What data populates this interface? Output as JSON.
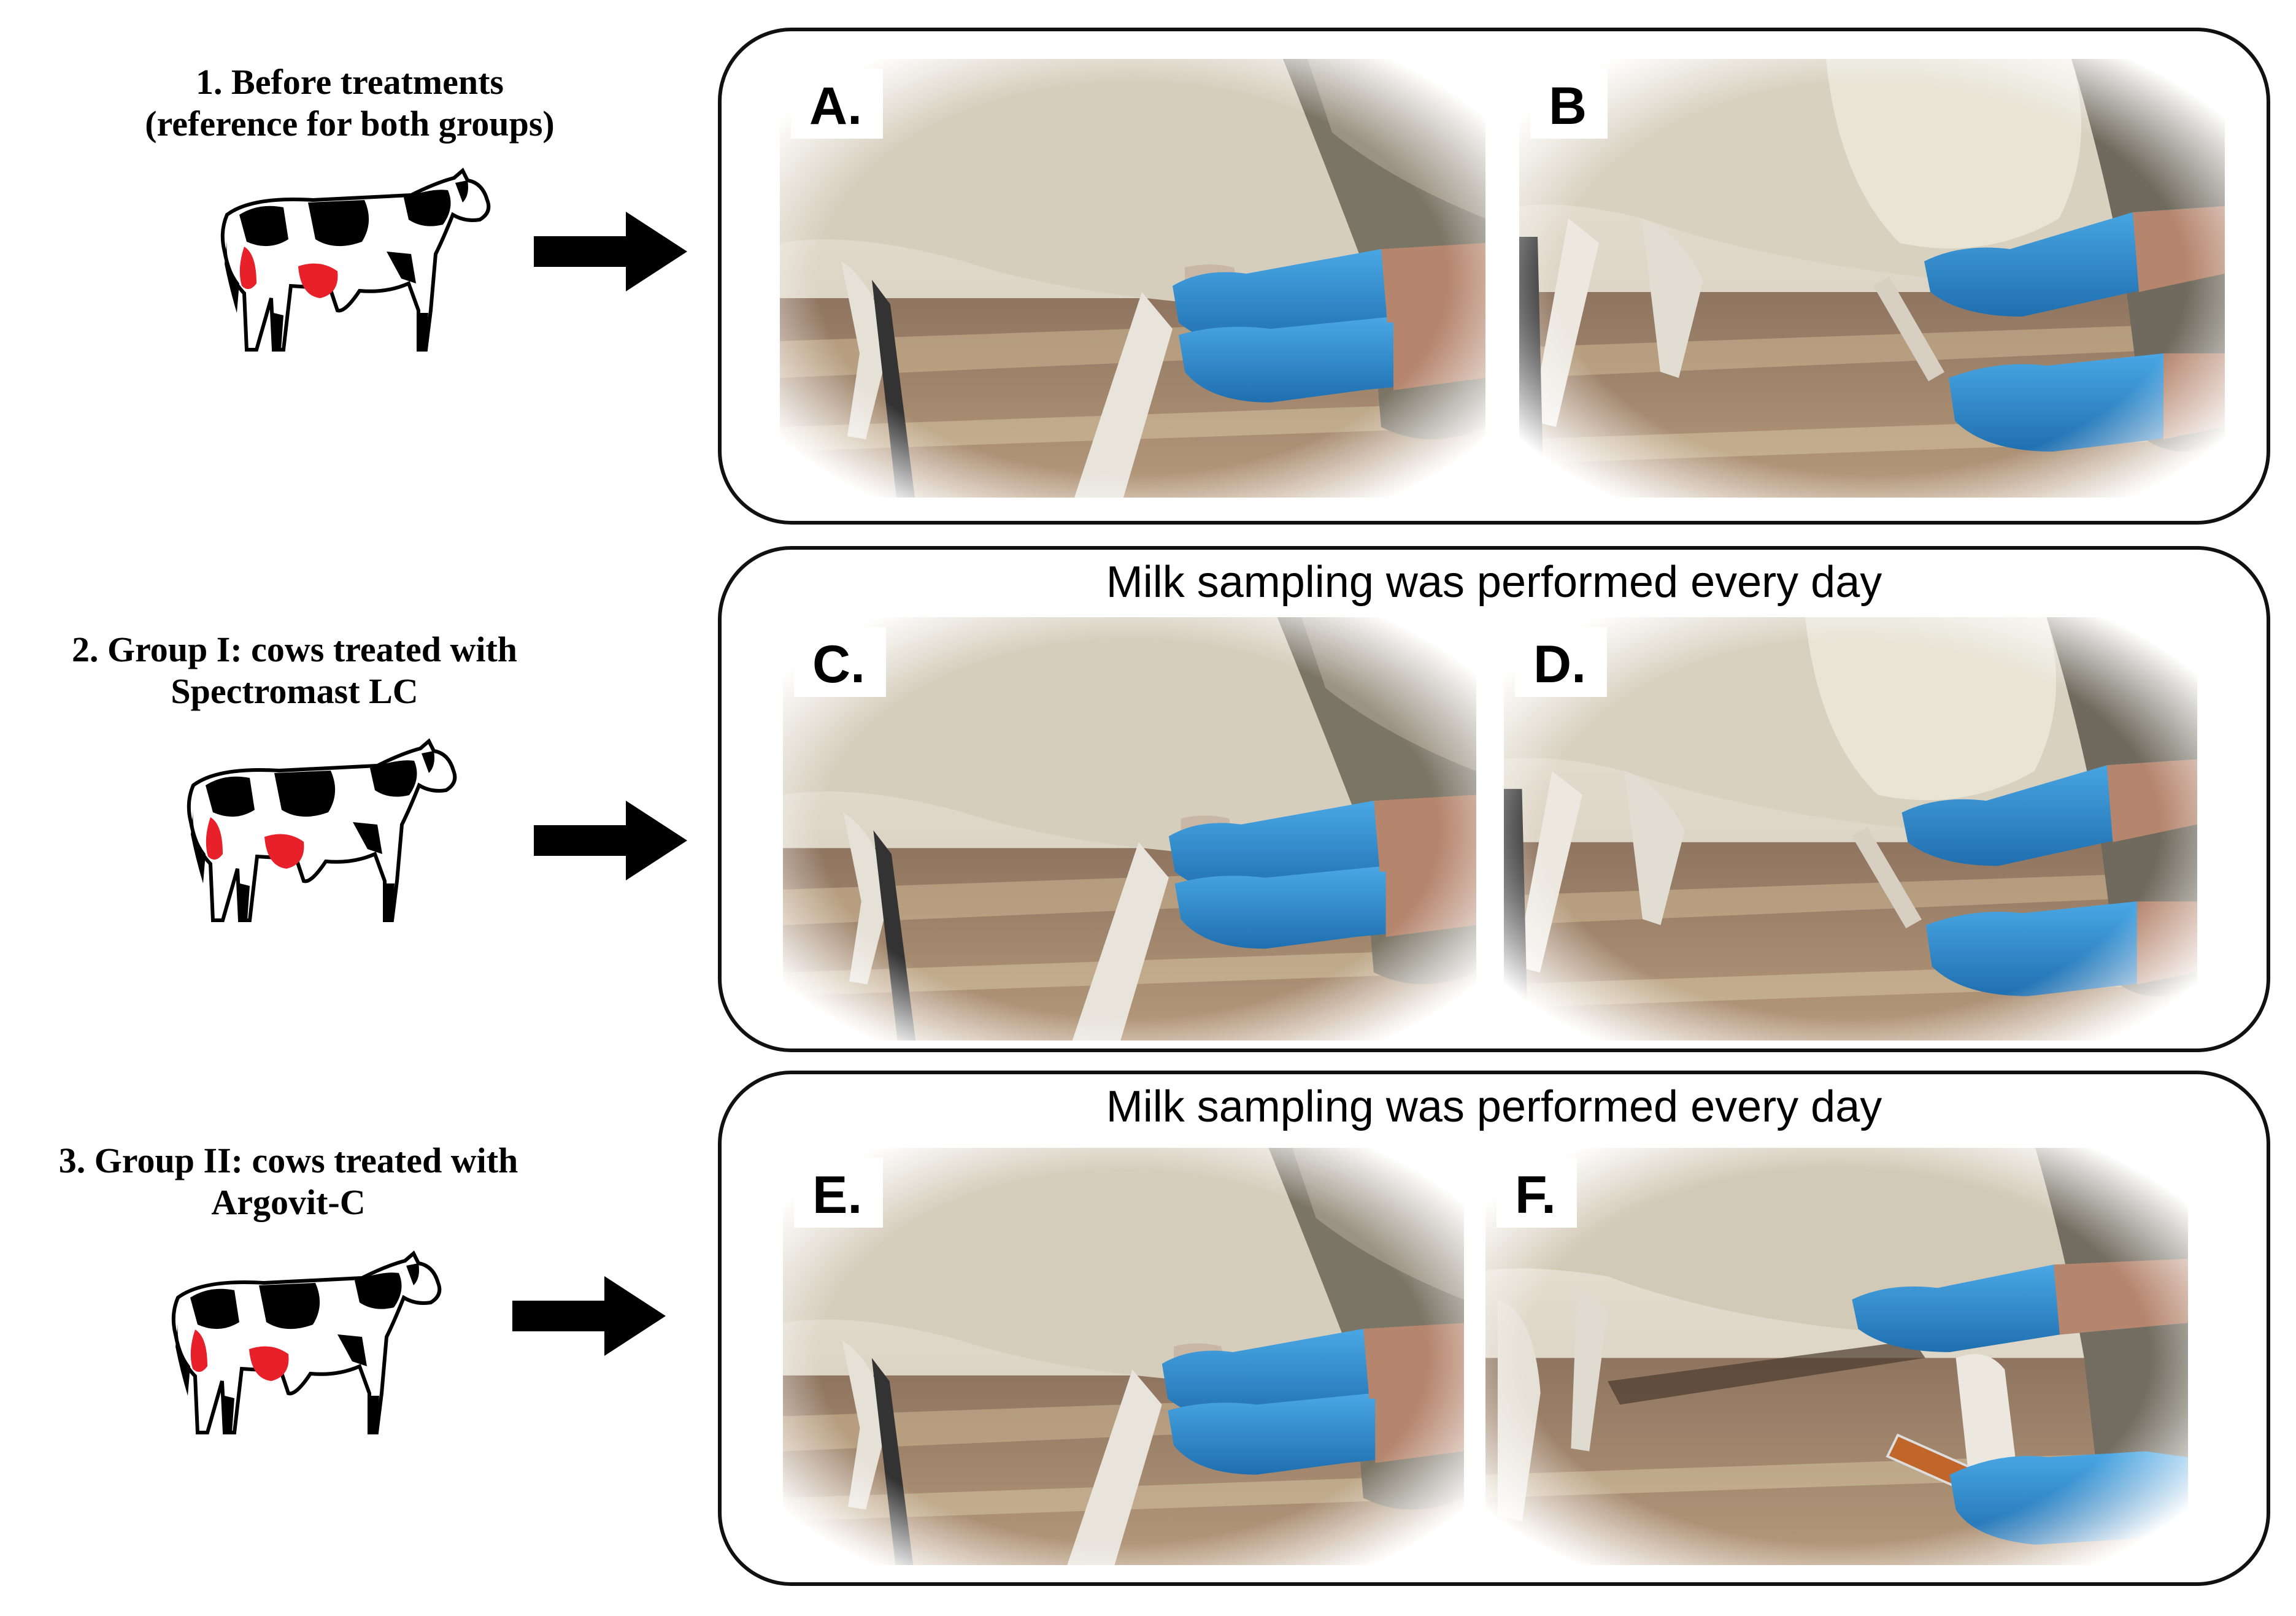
{
  "rows": [
    {
      "label_lines": [
        "1.   Before treatments",
        "(reference for both groups)"
      ],
      "caption": "",
      "panels": [
        {
          "letter": "A.",
          "scene": "hands-teat"
        },
        {
          "letter": "B",
          "scene": "syringe"
        }
      ]
    },
    {
      "label_lines": [
        "2. Group I:  cows treated with",
        "Spectromast LC"
      ],
      "caption": "Milk sampling was performed every day",
      "panels": [
        {
          "letter": "C.",
          "scene": "hands-teat"
        },
        {
          "letter": "D.",
          "scene": "syringe"
        }
      ]
    },
    {
      "label_lines": [
        "3. Group II:  cows treated with",
        "Argovit-C"
      ],
      "caption": "Milk sampling was performed every day",
      "panels": [
        {
          "letter": "E.",
          "scene": "hands-teat"
        },
        {
          "letter": "F.",
          "scene": "syringe-brown"
        }
      ]
    }
  ],
  "colors": {
    "udder_highlight": "#e8202a",
    "glove": "#2f8fd0",
    "cow_body": "#d9d2c4",
    "floor": "#a88468",
    "frame": "#111111"
  },
  "icons": [
    "holstein-cow-icon",
    "right-arrow-icon"
  ]
}
